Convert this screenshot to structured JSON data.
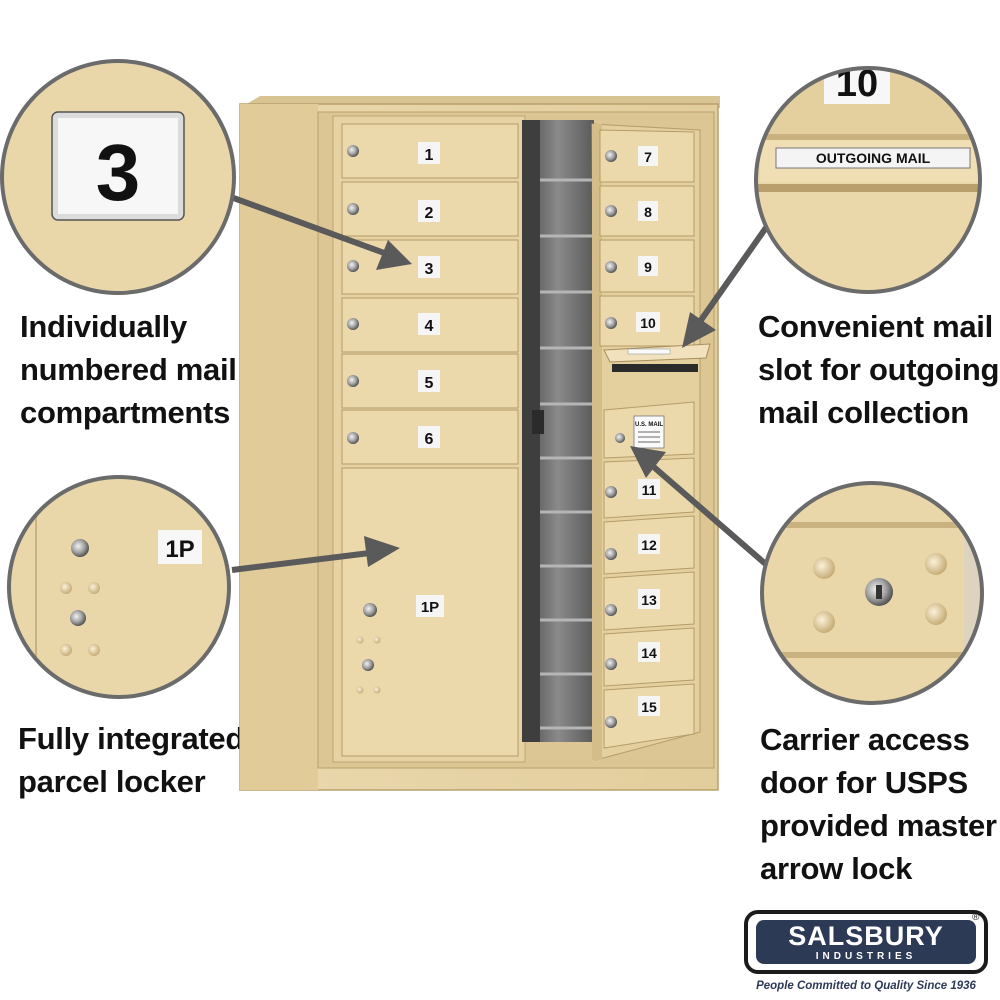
{
  "captions": {
    "compartments": [
      "Individually",
      "numbered mail",
      "compartments"
    ],
    "parcel": [
      "Fully integrated",
      "parcel locker"
    ],
    "outgoing": [
      "Convenient mail",
      "slot for outgoing",
      "mail collection"
    ],
    "carrier": [
      "Carrier access",
      "door for USPS",
      "provided master",
      "arrow lock"
    ]
  },
  "mailbox": {
    "left_doors": [
      "1",
      "2",
      "3",
      "4",
      "5",
      "6"
    ],
    "parcel_door": "1P",
    "right_doors_top": [
      "7",
      "8",
      "9",
      "10"
    ],
    "right_doors_bottom": [
      "11",
      "12",
      "13",
      "14",
      "15"
    ],
    "outgoing_plate": "OUTGOING MAIL",
    "usps_plate": "U.S. MAIL"
  },
  "zoom": {
    "compartment_number": "3",
    "parcel_label": "1P",
    "outgoing_number": "10",
    "outgoing_label": "OUTGOING MAIL"
  },
  "brand": {
    "name": "SALSBURY",
    "subtitle": "INDUSTRIES",
    "tagline": "People Committed to Quality Since 1936",
    "trademark": "®"
  },
  "colors": {
    "sand": "#e8d5a8",
    "sand_shadow": "#c9b27f",
    "arrow": "#5a5a5a",
    "zoom_border": "#6b6b6b"
  }
}
